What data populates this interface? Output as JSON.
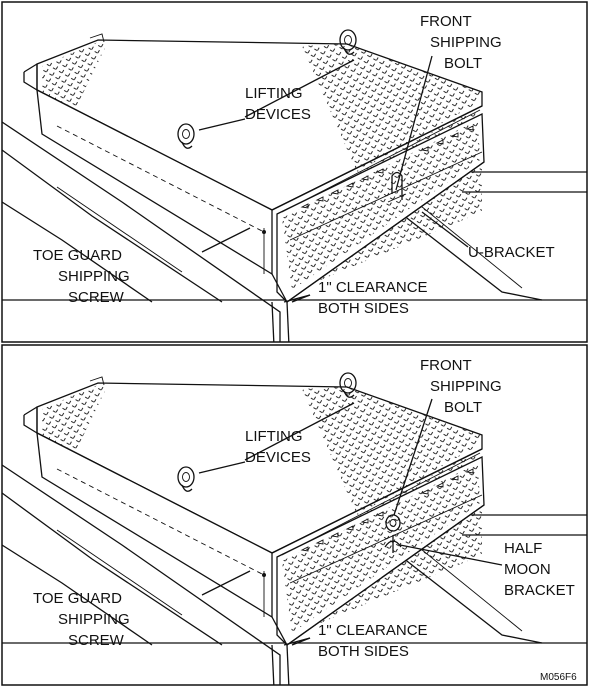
{
  "panels": [
    {
      "id": "top",
      "labels": {
        "front_shipping_bolt": [
          "FRONT",
          "SHIPPING",
          "BOLT"
        ],
        "lifting_devices": [
          "LIFTING",
          "DEVICES"
        ],
        "toe_guard_shipping_screw": [
          "TOE GUARD",
          "SHIPPING",
          "SCREW"
        ],
        "bracket": [
          "U-BRACKET"
        ],
        "clearance": [
          "1\" CLEARANCE",
          "BOTH SIDES"
        ]
      }
    },
    {
      "id": "bottom",
      "labels": {
        "front_shipping_bolt": [
          "FRONT",
          "SHIPPING",
          "BOLT"
        ],
        "lifting_devices": [
          "LIFTING",
          "DEVICES"
        ],
        "toe_guard_shipping_screw": [
          "TOE GUARD",
          "SHIPPING",
          "SCREW"
        ],
        "bracket": [
          "HALF",
          "MOON",
          "BRACKET"
        ],
        "clearance": [
          "1\" CLEARANCE",
          "BOTH SIDES"
        ]
      }
    }
  ],
  "figure_code": "M056F6",
  "colors": {
    "ink": "#111111",
    "paper": "#ffffff"
  }
}
